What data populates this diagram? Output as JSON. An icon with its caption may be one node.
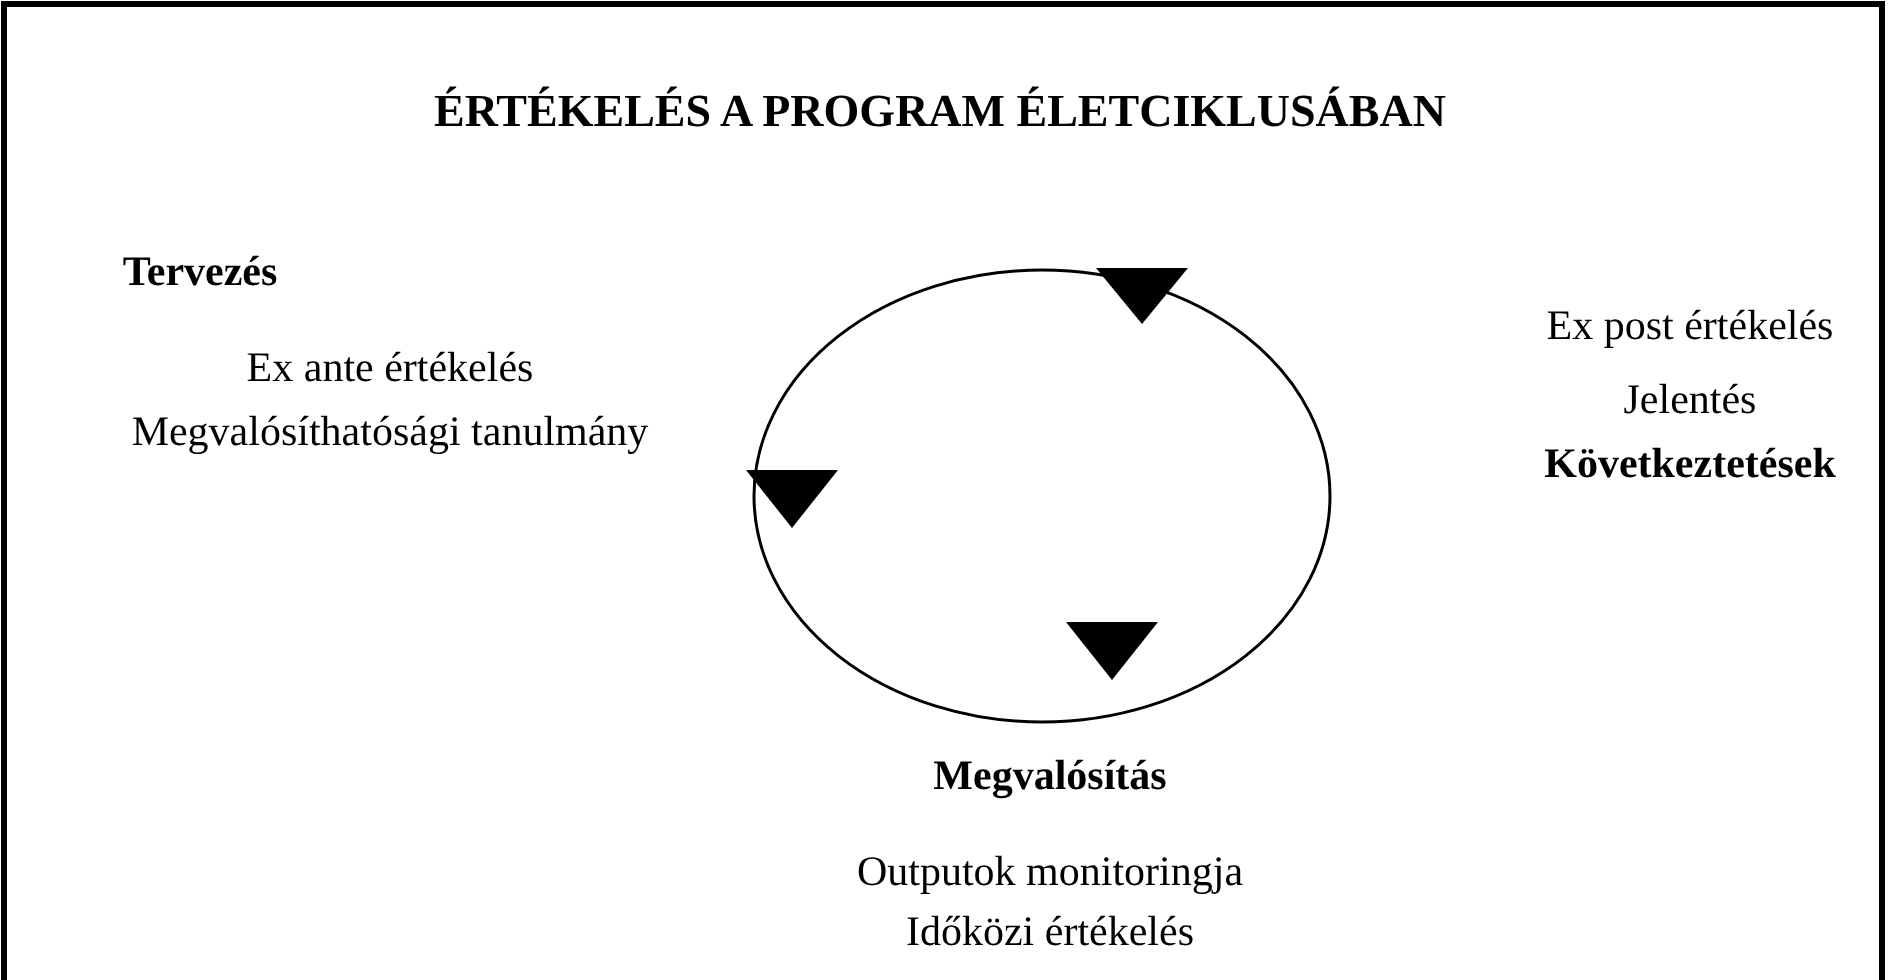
{
  "diagram": {
    "title": "ÉRTÉKELÉS A PROGRAM ÉLETCIKLUSÁBAN",
    "labels": [
      "Tervezés",
      "Ex ante értékelés",
      "Megvalósíthatósági tanulmány",
      "Ex post értékelés",
      "Jelentés",
      "Következtetések",
      "Megvalósítás",
      "Outputok monitoringja",
      "Időközi értékelés"
    ]
  }
}
